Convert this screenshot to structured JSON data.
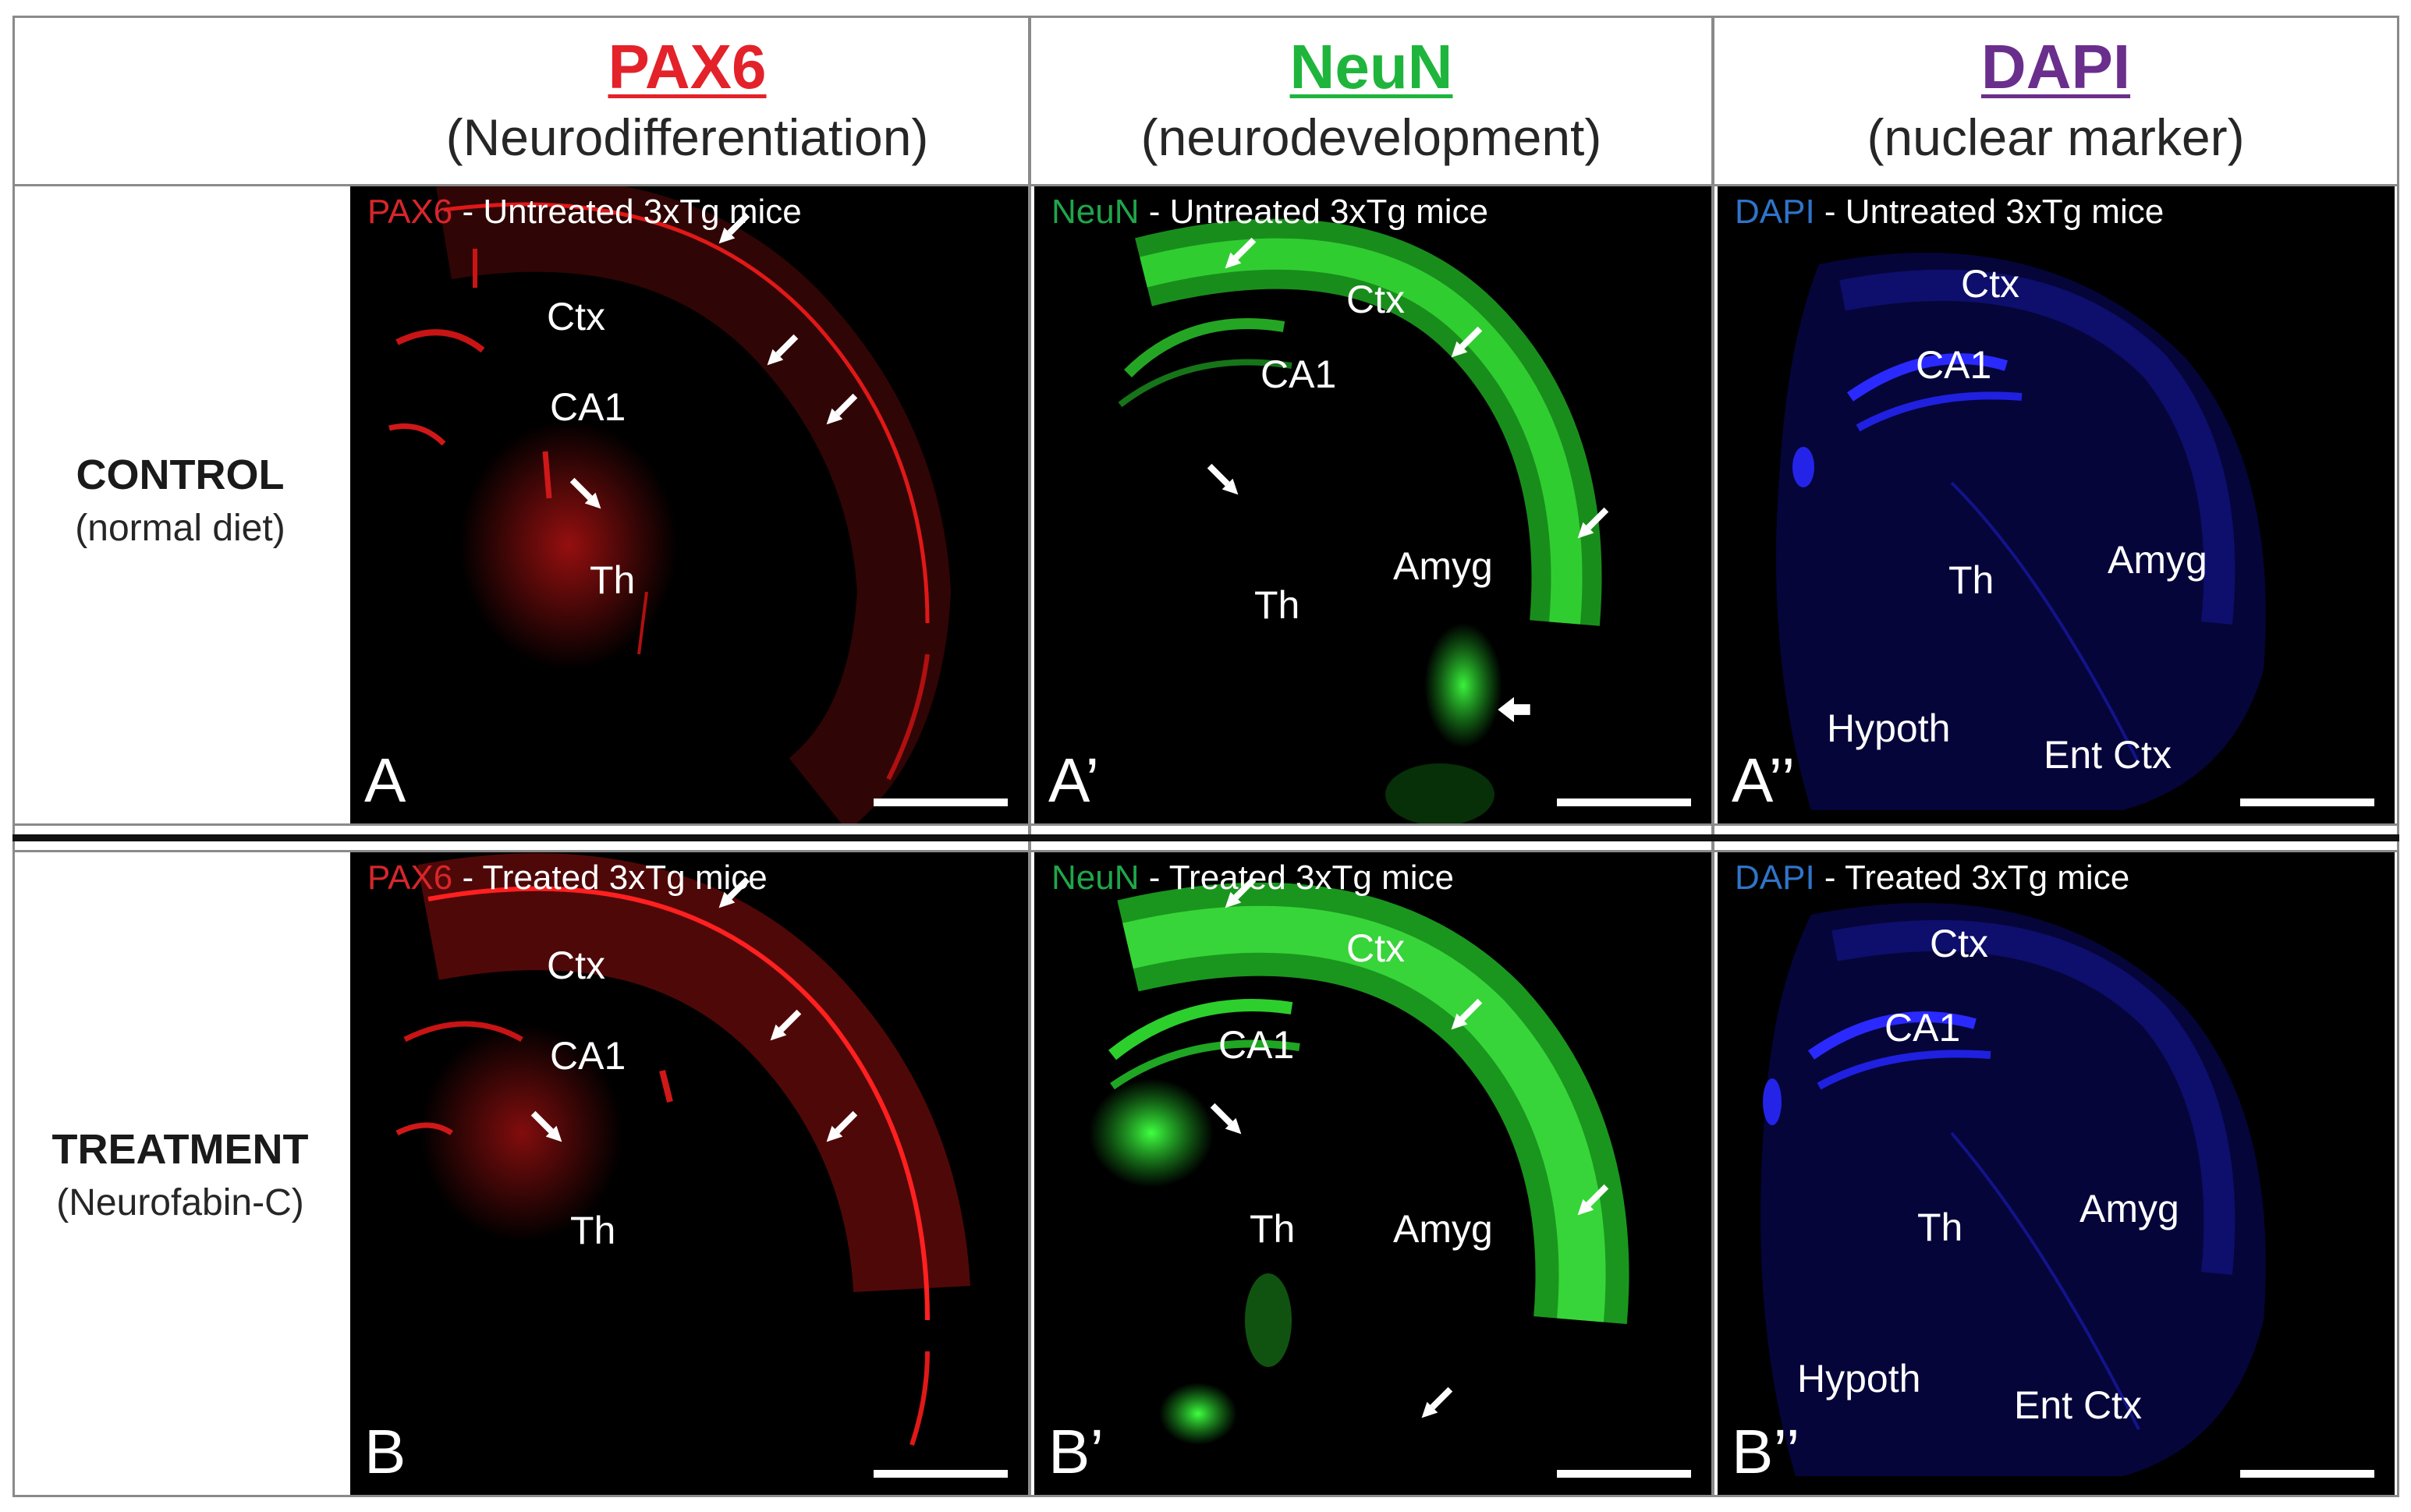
{
  "columns": [
    {
      "marker": "PAX6",
      "subtitle": "(Neurodifferentiation)",
      "color": "#e3222a"
    },
    {
      "marker": "NeuN",
      "subtitle": "(neurodevelopment)",
      "color": "#1fb53c"
    },
    {
      "marker": "DAPI",
      "subtitle": "(nuclear marker)",
      "color": "#6a2e8c"
    }
  ],
  "rows": [
    {
      "main": "CONTROL",
      "sub": "(normal diet)"
    },
    {
      "main": "TREATMENT",
      "sub": "(Neurofabin-C)"
    }
  ],
  "panels": [
    {
      "id": "A",
      "label": "A",
      "marker": "PAX6",
      "title_rest": " - Untreated 3xTg mice",
      "marker_color": "#d7262b",
      "regions": [
        "Ctx",
        "CA1",
        "Th"
      ]
    },
    {
      "id": "A1",
      "label": "A’",
      "marker": "NeuN",
      "title_rest": " - Untreated 3xTg mice",
      "marker_color": "#1fa64a",
      "regions": [
        "Ctx",
        "CA1",
        "Amyg",
        "Th"
      ]
    },
    {
      "id": "A2",
      "label": "A’’",
      "marker": "DAPI",
      "title_rest": " - Untreated 3xTg mice",
      "marker_color": "#2f74c9",
      "regions": [
        "Ctx",
        "CA1",
        "Th",
        "Amyg",
        "Hypoth",
        "Ent Ctx"
      ]
    },
    {
      "id": "B",
      "label": "B",
      "marker": "PAX6",
      "title_rest": " - Treated 3xTg mice",
      "marker_color": "#d7262b",
      "regions": [
        "Ctx",
        "CA1",
        "Th"
      ]
    },
    {
      "id": "B1",
      "label": "B’",
      "marker": "NeuN",
      "title_rest": " - Treated 3xTg mice",
      "marker_color": "#1fa64a",
      "regions": [
        "Ctx",
        "CA1",
        "Th",
        "Amyg"
      ]
    },
    {
      "id": "B2",
      "label": "B’’",
      "marker": "DAPI",
      "title_rest": " - Treated 3xTg mice",
      "marker_color": "#2f74c9",
      "regions": [
        "Ctx",
        "CA1",
        "Th",
        "Amyg",
        "Hypoth",
        "Ent Ctx"
      ]
    }
  ],
  "stain_colors": {
    "pax6": "#c81414",
    "neun": "#22d22a",
    "dapi": "#1414c8"
  }
}
